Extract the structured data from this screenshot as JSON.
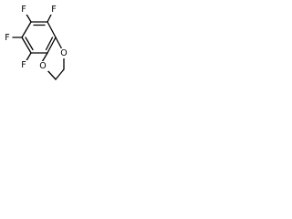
{
  "molecule": {
    "atoms": {
      "f_top_left": "F",
      "f_top_right": "F",
      "f_mid_left": "F",
      "f_lower_left": "F",
      "o_upper": "O",
      "o_lower": "O"
    }
  }
}
